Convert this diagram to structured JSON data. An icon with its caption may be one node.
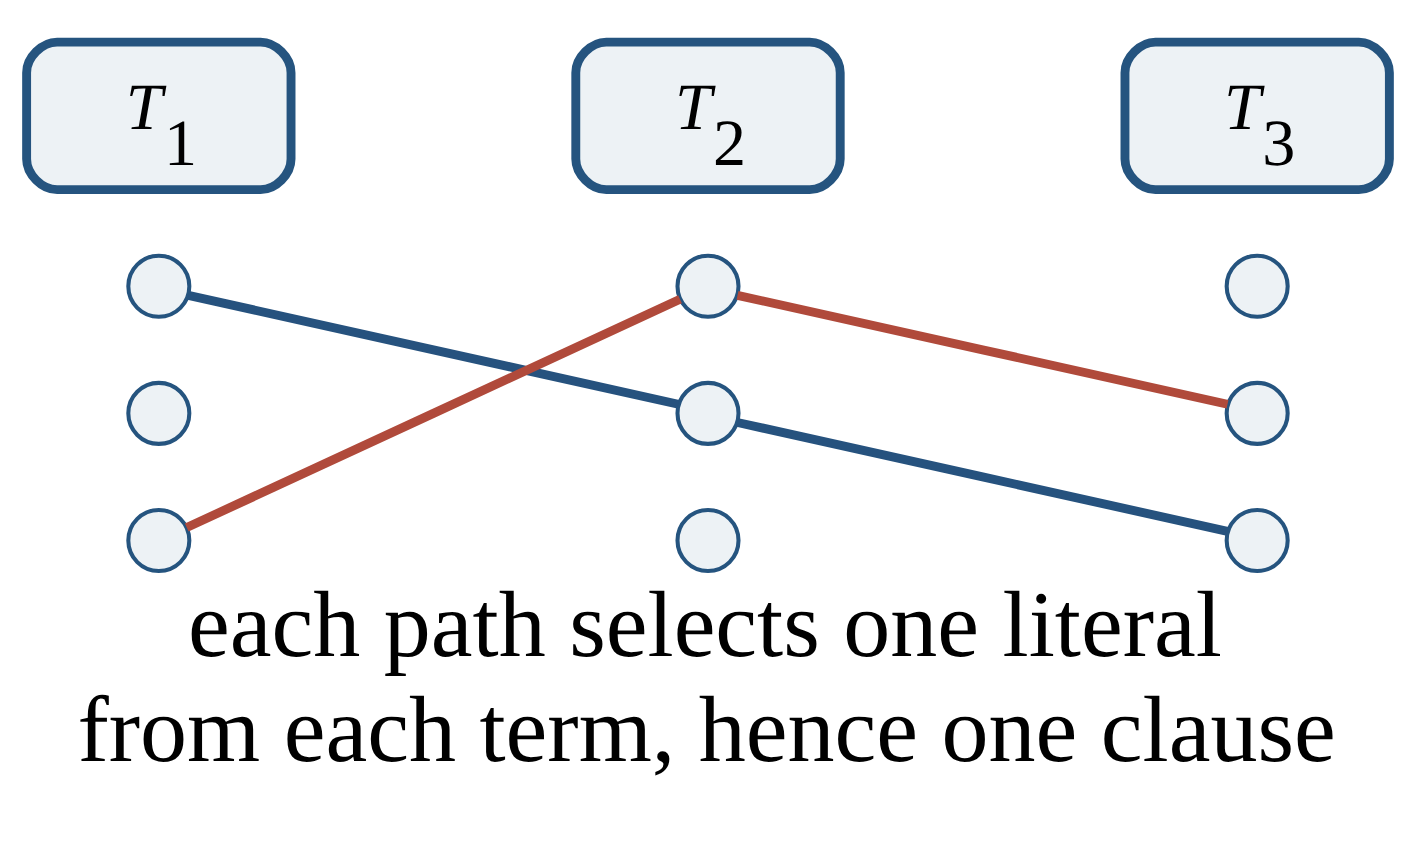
{
  "diagram": {
    "caption": "each path selects one literal from each term, hence one clause",
    "nodes": [
      {
        "text": [
          "*T*$_{1}$"
        ]
      },
      {
        "text": [
          "*T*$_{2}$"
        ]
      },
      {
        "text": [
          "*T*$_{3}$"
        ]
      },
      {
        "text": [],
        "shape": "circle"
      },
      {
        "text": [],
        "shape": "circle"
      },
      {
        "text": [],
        "shape": "circle"
      },
      {
        "text": [],
        "shape": "circle"
      },
      {
        "text": [],
        "shape": "circle"
      },
      {
        "text": [],
        "shape": "circle"
      },
      {
        "text": [],
        "shape": "circle"
      },
      {
        "text": [],
        "shape": "circle"
      },
      {
        "text": [],
        "shape": "circle"
      }
    ],
    "edges": [
      {
        "from": 3,
        "to": 7,
        "arrow": "none",
        "color": "#26527e"
      },
      {
        "from": 7,
        "to": 11,
        "arrow": "none",
        "color": "#26527e"
      },
      {
        "from": 9,
        "to": 4,
        "arrow": "none",
        "color": "#b04a3b"
      },
      {
        "from": 4,
        "to": 8,
        "arrow": "none",
        "color": "#b04a3b"
      }
    ]
  }
}
